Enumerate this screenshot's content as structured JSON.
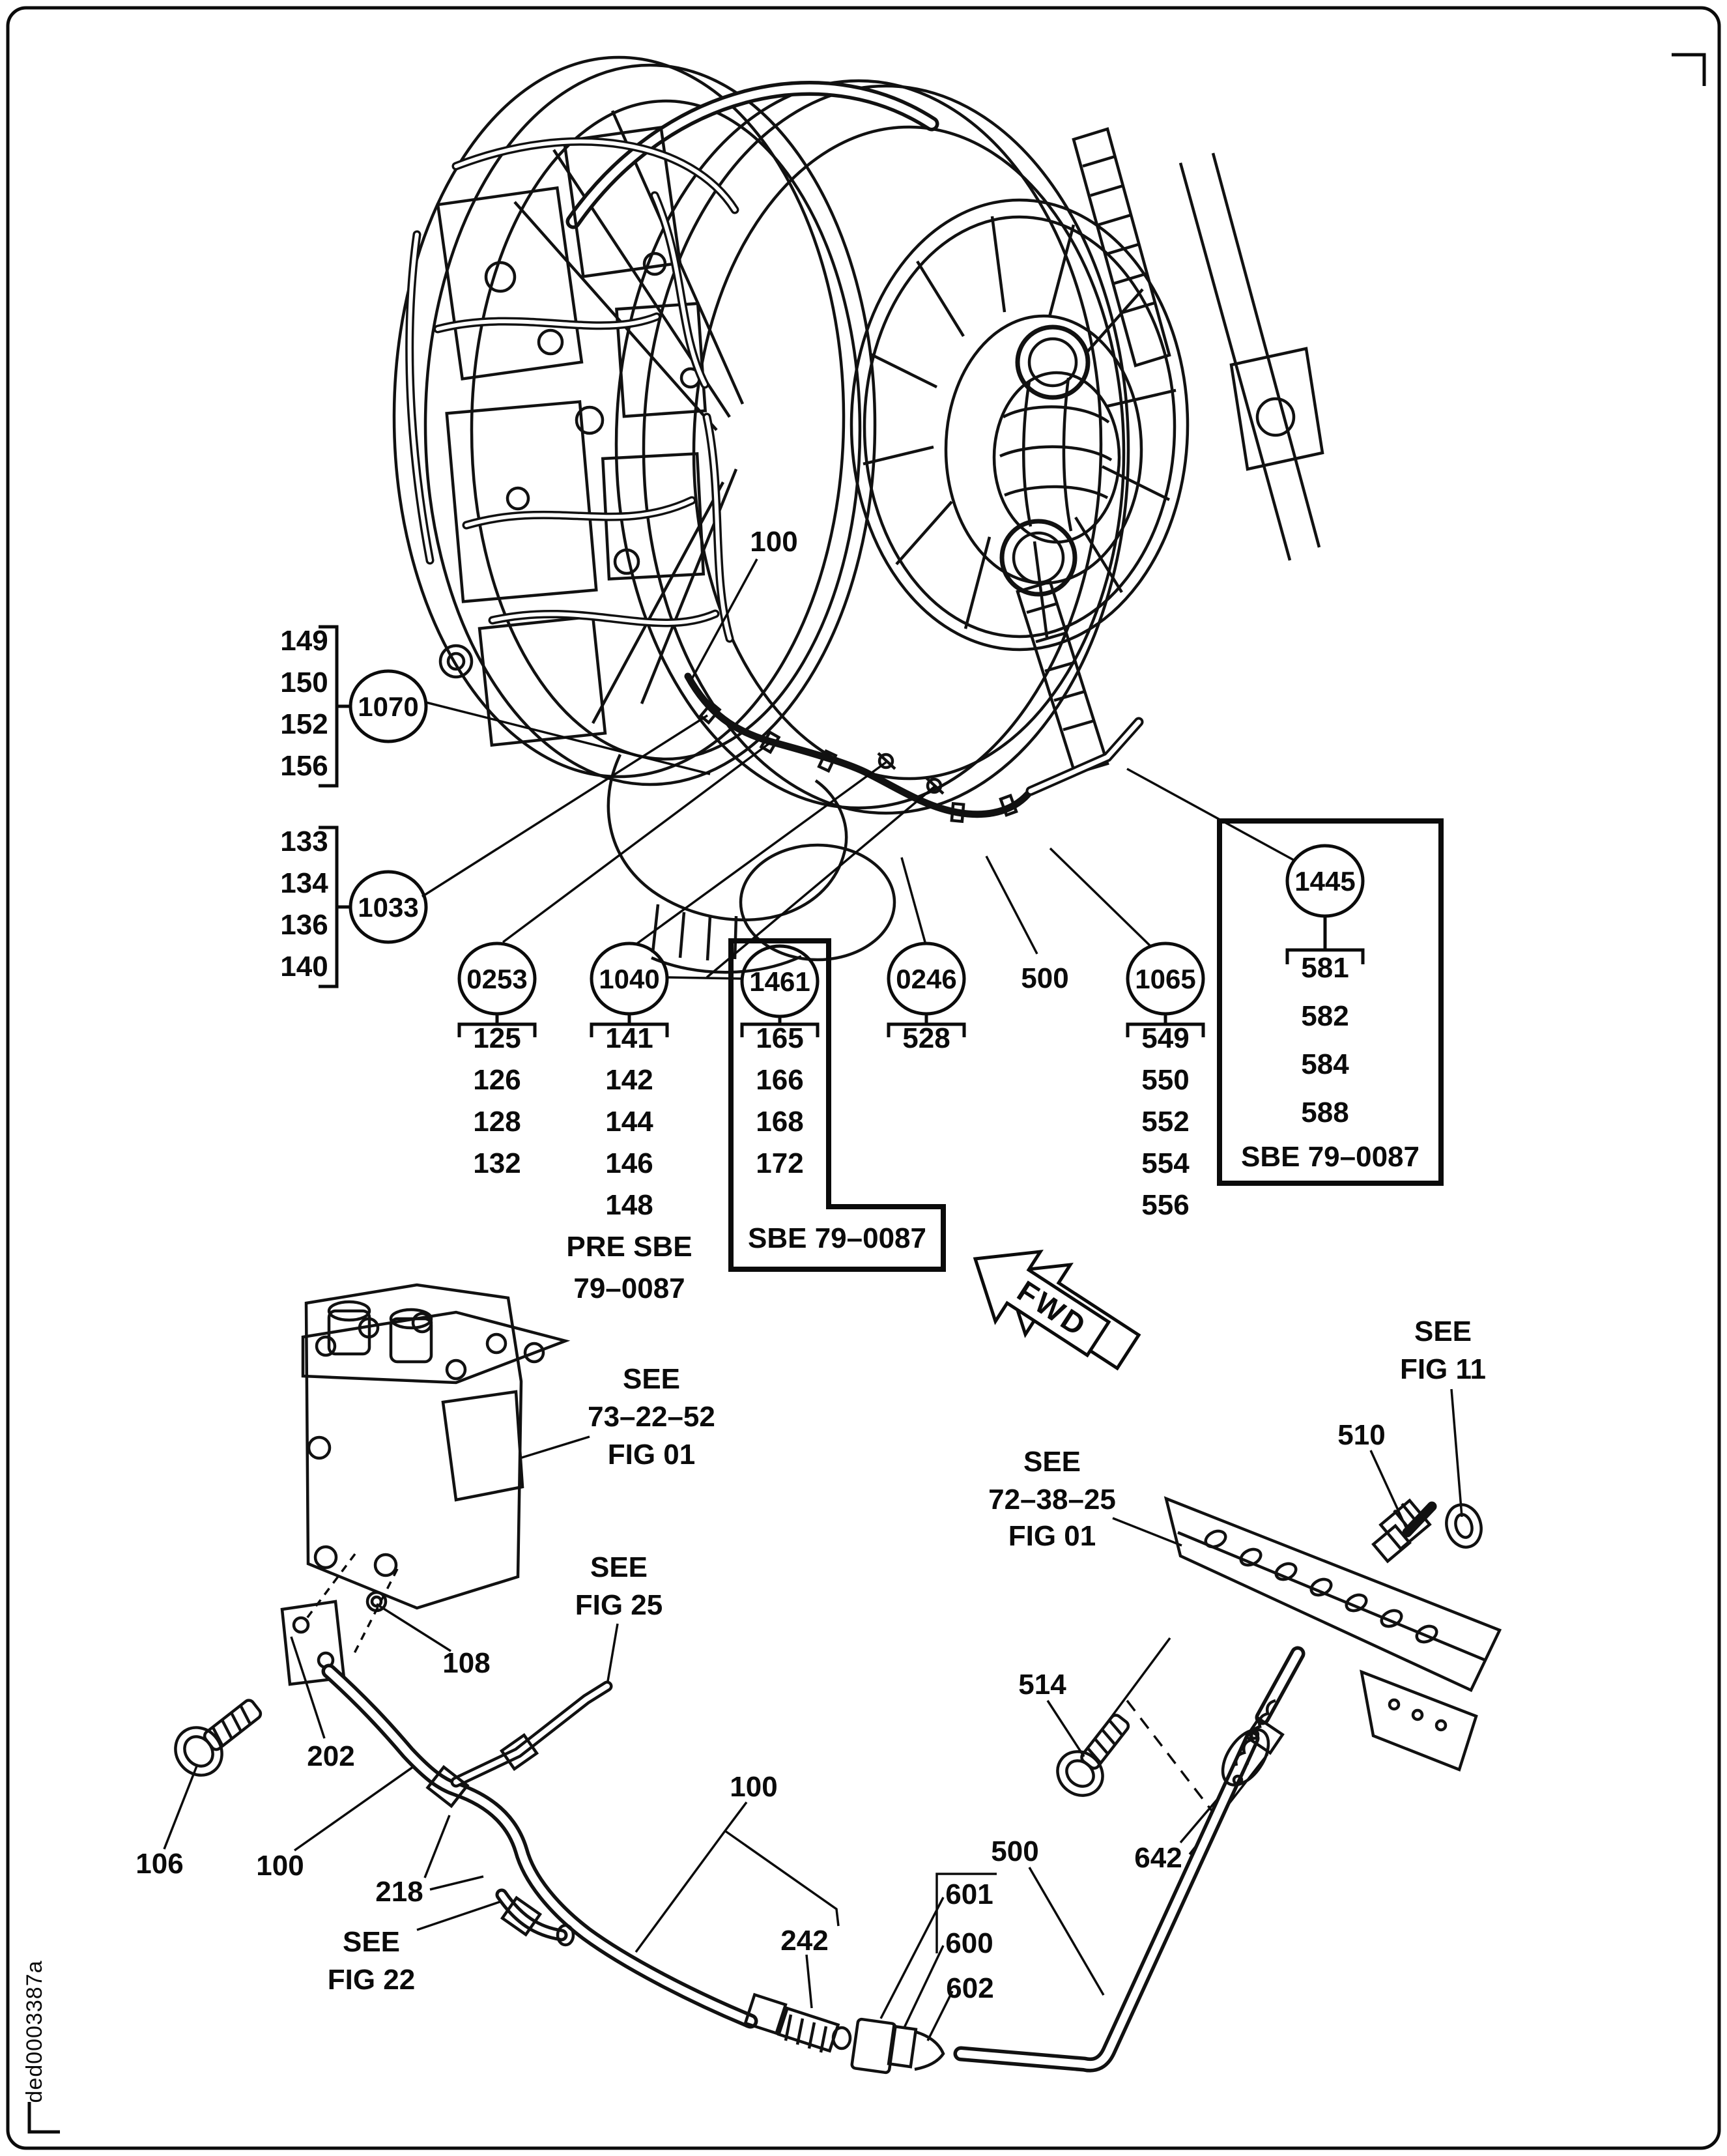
{
  "figure": {
    "doc_code": "ded0003387a",
    "fwd_label": "FWD"
  },
  "top_callout": {
    "label": "100"
  },
  "groups": {
    "g1070": {
      "callout": "1070",
      "items": [
        "149",
        "150",
        "152",
        "156"
      ]
    },
    "g1033": {
      "callout": "1033",
      "items": [
        "133",
        "134",
        "136",
        "140"
      ]
    },
    "g0253": {
      "callout": "0253",
      "items": [
        "125",
        "126",
        "128",
        "132"
      ]
    },
    "g1040": {
      "callout": "1040",
      "items": [
        "141",
        "142",
        "144",
        "146",
        "148"
      ],
      "note1": "PRE SBE",
      "note2": "79–0087"
    },
    "g1461": {
      "callout": "1461",
      "items": [
        "165",
        "166",
        "168",
        "172"
      ],
      "note": "SBE 79–0087"
    },
    "g0246": {
      "callout": "0246",
      "items": [
        "528"
      ]
    },
    "g1065": {
      "callout": "1065",
      "items": [
        "549",
        "550",
        "552",
        "554",
        "556"
      ]
    },
    "g1445": {
      "callout": "1445",
      "items": [
        "581",
        "582",
        "584",
        "588"
      ],
      "note": "SBE 79–0087"
    }
  },
  "part_labels": {
    "p500_top": "500",
    "p500_bottom": "500",
    "p510": "510",
    "p514": "514",
    "p642": "642",
    "p601": "601",
    "p600": "600",
    "p602": "602",
    "p242": "242",
    "p106": "106",
    "p108": "108",
    "p100_left": "100",
    "p100_mid": "100",
    "p202": "202",
    "p218": "218"
  },
  "see_refs": {
    "r7322": {
      "l1": "SEE",
      "l2": "73–22–52",
      "l3": "FIG 01"
    },
    "r7238": {
      "l1": "SEE",
      "l2": "72–38–25",
      "l3": "FIG 01"
    },
    "rfig25": {
      "l1": "SEE",
      "l2": "FIG 25"
    },
    "rfig22": {
      "l1": "SEE",
      "l2": "FIG 22"
    },
    "rfig11": {
      "l1": "SEE",
      "l2": "FIG 11"
    }
  }
}
